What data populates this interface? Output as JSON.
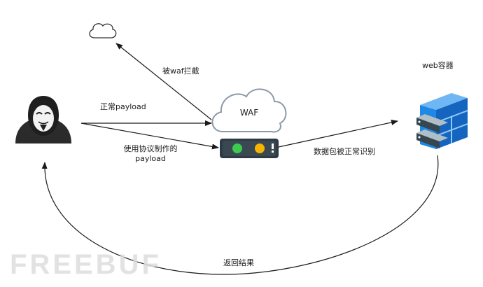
{
  "labels": {
    "blocked": "被waf拦截",
    "normal_payload": "正常payload",
    "protocol_payload_line1": "使用协议制作的",
    "protocol_payload_line2": "payload",
    "recognized": "数据包被正常识别",
    "web_container": "web容器",
    "return_result": "返回结果",
    "waf": "WAF"
  },
  "watermark": "FREEBUF",
  "icons": {
    "attacker": "hacker-mask-icon",
    "blocked_cloud": "small-cloud-icon",
    "waf_cloud": "waf-cloud-icon",
    "waf_device": "firewall-device-icon",
    "server": "server-rack-icon"
  },
  "colors": {
    "arrow": "#1a1a1a",
    "indicator_green": "#3ccb4f",
    "indicator_yellow": "#f5b400",
    "device_body": "#2e3b44",
    "server_blue": "#1e88e5"
  }
}
